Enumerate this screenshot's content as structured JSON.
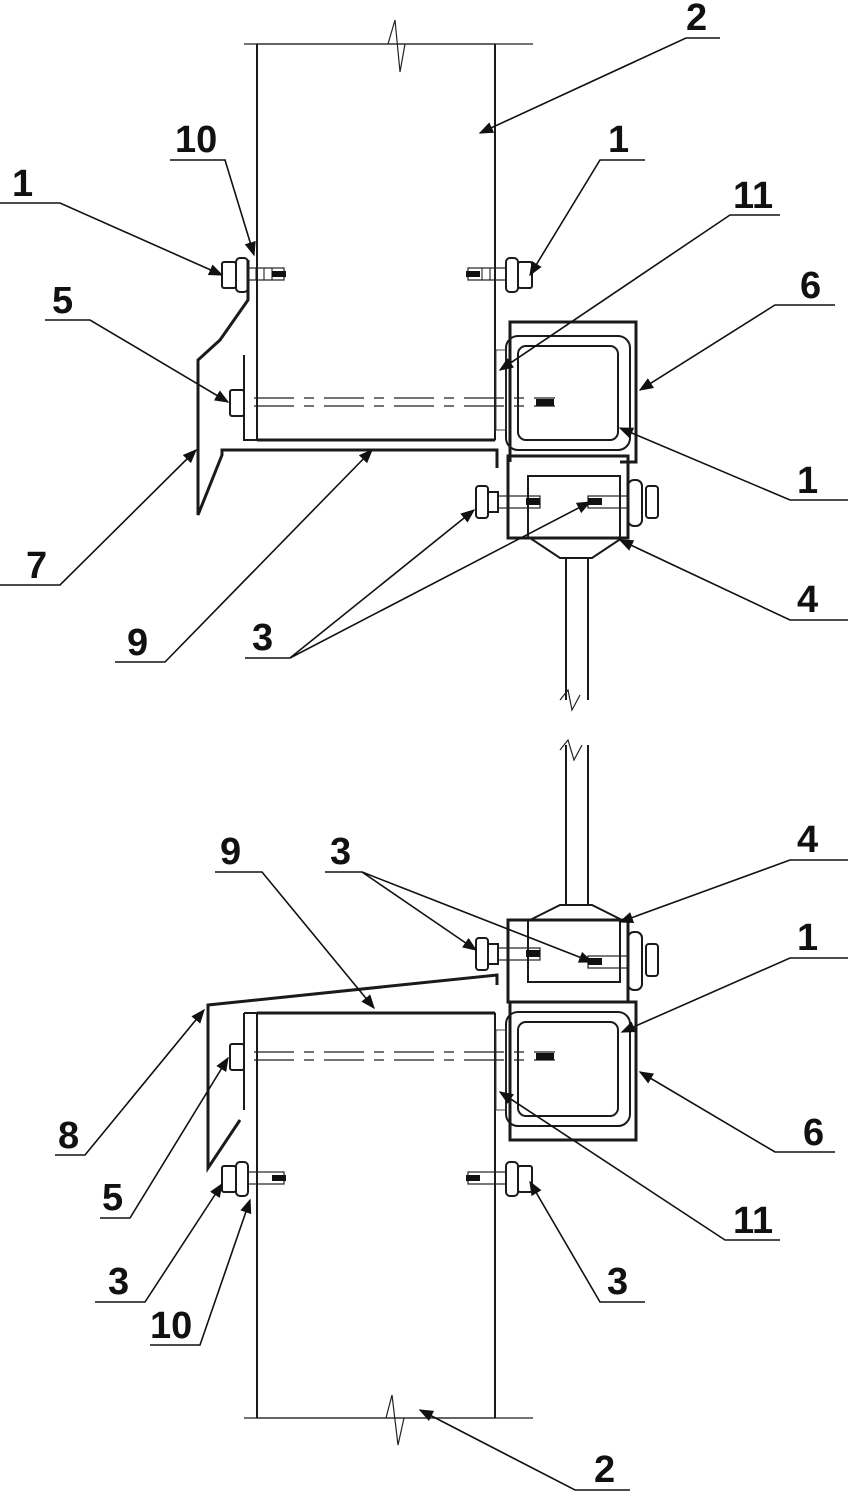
{
  "callouts": {
    "top": [
      {
        "id": "t2",
        "label": "2"
      },
      {
        "id": "t10",
        "label": "10"
      },
      {
        "id": "t1a",
        "label": "1"
      },
      {
        "id": "t1b",
        "label": "1"
      },
      {
        "id": "t11",
        "label": "11"
      },
      {
        "id": "t5",
        "label": "5"
      },
      {
        "id": "t6",
        "label": "6"
      },
      {
        "id": "t1c",
        "label": "1"
      },
      {
        "id": "t4",
        "label": "4"
      },
      {
        "id": "t7",
        "label": "7"
      },
      {
        "id": "t9",
        "label": "9"
      },
      {
        "id": "t3",
        "label": "3"
      }
    ],
    "bottom": [
      {
        "id": "b4",
        "label": "4"
      },
      {
        "id": "b9",
        "label": "9"
      },
      {
        "id": "b3a",
        "label": "3"
      },
      {
        "id": "b1",
        "label": "1"
      },
      {
        "id": "b8",
        "label": "8"
      },
      {
        "id": "b6",
        "label": "6"
      },
      {
        "id": "b5",
        "label": "5"
      },
      {
        "id": "b11",
        "label": "11"
      },
      {
        "id": "b3b",
        "label": "3"
      },
      {
        "id": "b3c",
        "label": "3"
      },
      {
        "id": "b10",
        "label": "10"
      },
      {
        "id": "b2",
        "label": "2"
      }
    ]
  },
  "colors": {
    "line": "#1a1a1a",
    "background": "#ffffff"
  }
}
